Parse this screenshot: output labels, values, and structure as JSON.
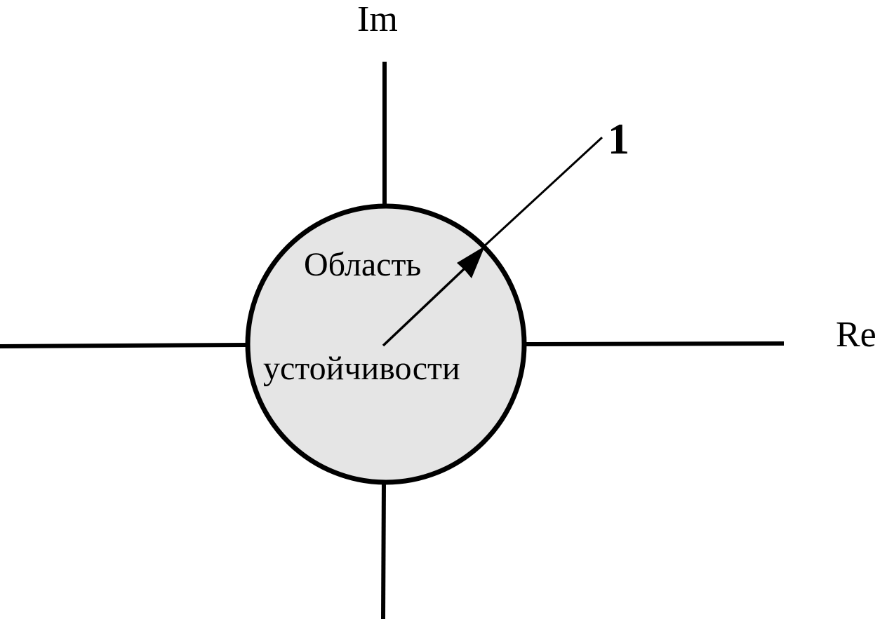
{
  "axes": {
    "imaginary_label": "Im",
    "real_label": "Re"
  },
  "region": {
    "line1": "Область",
    "line2": "устойчивости",
    "fill_color": "#e5e5e5",
    "stroke_color": "#000000"
  },
  "radius_label": "1"
}
